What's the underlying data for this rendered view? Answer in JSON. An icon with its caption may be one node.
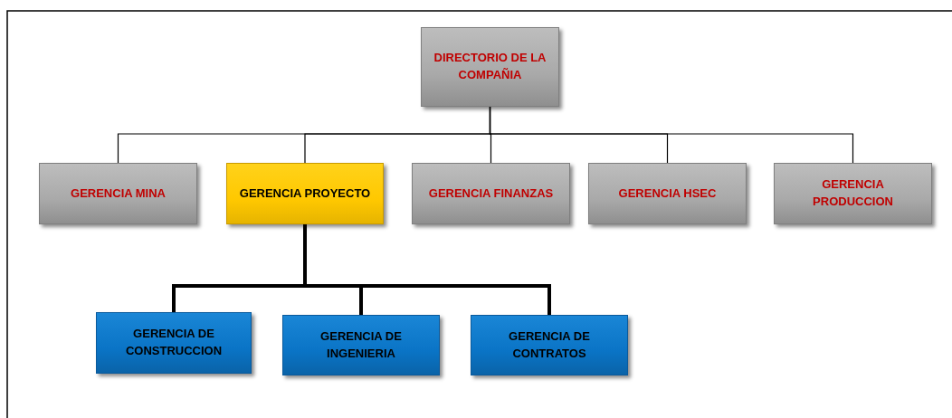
{
  "diagram": {
    "nodes": [
      {
        "text": [
          "DIRECTORIO  DE LA COMPAÑIA"
        ]
      },
      {
        "text": [
          "GERENCIA  MINA"
        ]
      },
      {
        "text": [
          "GERENCIA  PROYECTO"
        ]
      },
      {
        "text": [
          "GERENCIA  FINANZAS"
        ]
      },
      {
        "text": [
          "GERENCIA  HSEC"
        ]
      },
      {
        "text": [
          "GERENCIA PRODUCCION"
        ]
      },
      {
        "text": [
          "GERENCIA DE CONSTRUCCION"
        ]
      },
      {
        "text": [
          "GERENCIA DE INGENIERIA"
        ]
      },
      {
        "text": [
          "GERENCIA DE CONTRATOS"
        ]
      }
    ],
    "edges": [
      {
        "from": 0,
        "to": 1,
        "arrow": "none"
      },
      {
        "from": 0,
        "to": 2,
        "arrow": "none"
      },
      {
        "from": 0,
        "to": 3,
        "arrow": "none"
      },
      {
        "from": 0,
        "to": 4,
        "arrow": "none"
      },
      {
        "from": 0,
        "to": 5,
        "arrow": "none"
      },
      {
        "from": 2,
        "to": 6,
        "arrow": "none",
        "style": "thick"
      },
      {
        "from": 2,
        "to": 7,
        "arrow": "none",
        "style": "thick"
      },
      {
        "from": 2,
        "to": 8,
        "arrow": "none",
        "style": "thick"
      }
    ]
  }
}
